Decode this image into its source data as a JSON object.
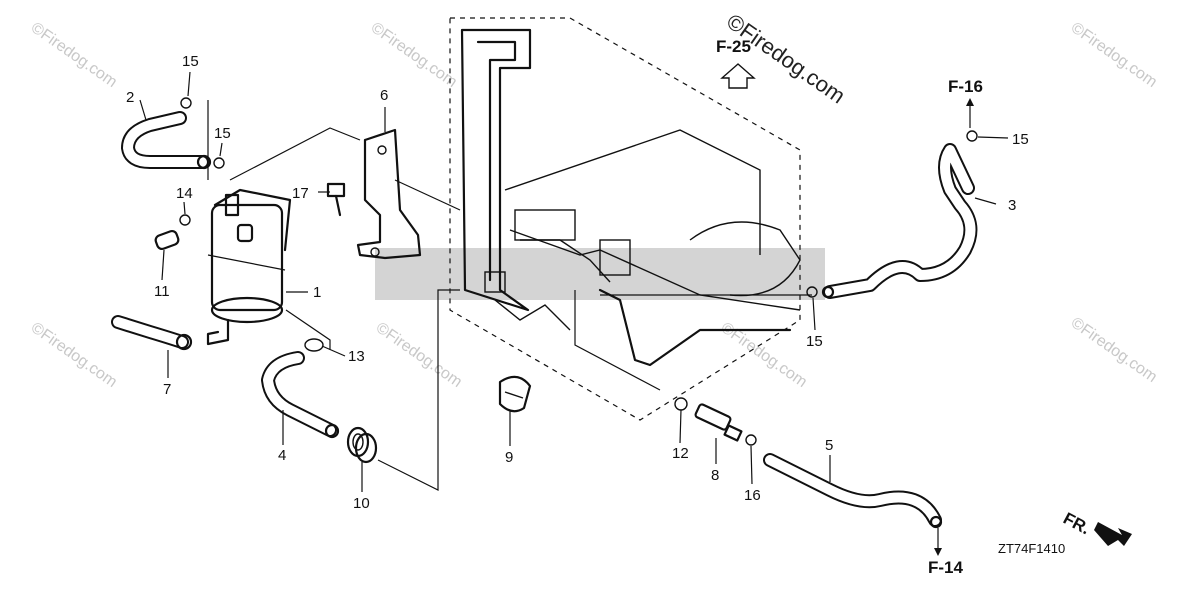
{
  "watermark": "©Firedog.com",
  "center_watermark": "©Firedog.com",
  "diagram_code": "ZT74F1410",
  "direction_label": "FR.",
  "refs": {
    "f25": "F-25",
    "f16": "F-16",
    "f14": "F-14"
  },
  "callouts": {
    "c1": "1",
    "c2": "2",
    "c3": "3",
    "c4": "4",
    "c5": "5",
    "c6": "6",
    "c7": "7",
    "c8": "8",
    "c9": "9",
    "c10": "10",
    "c11": "11",
    "c12": "12",
    "c13": "13",
    "c14": "14",
    "c15a": "15",
    "c15b": "15",
    "c15c": "15",
    "c15d": "15",
    "c16": "16",
    "c17": "17"
  }
}
